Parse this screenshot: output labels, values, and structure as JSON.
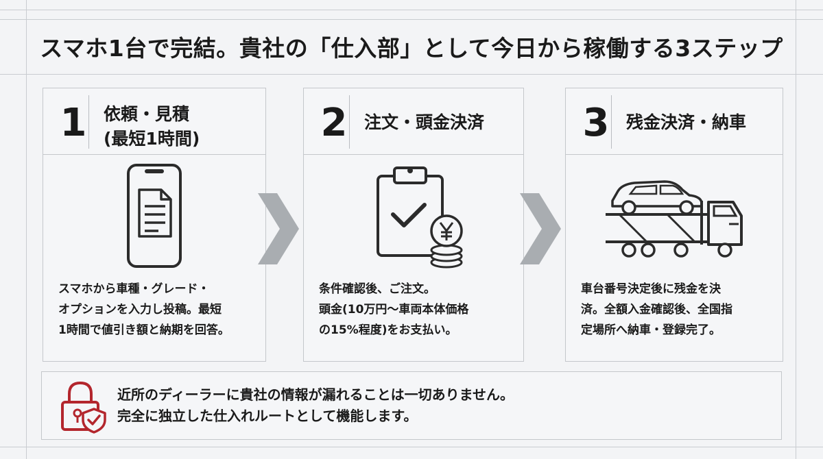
{
  "title": "スマホ1台で完結。貴社の「仕入部」として今日から稼働する3ステップ",
  "steps": [
    {
      "number": "1",
      "title": "依頼・見積",
      "subtitle": "(最短1時間)",
      "icon": "smartphone-document-icon",
      "description": [
        "スマホから車種・グレード・",
        "オプションを入力し投稿。最短",
        "1時間で値引き額と納期を回答。"
      ]
    },
    {
      "number": "2",
      "title": "注文・頭金決済",
      "subtitle": "",
      "icon": "clipboard-check-yen-icon",
      "description": [
        "条件確認後、ご注文。",
        "頭金(10万円〜車両本体価格",
        "の15%程度)をお支払い。"
      ]
    },
    {
      "number": "3",
      "title": "残金決済・納車",
      "subtitle": "",
      "icon": "car-carrier-truck-icon",
      "description": [
        "車台番号決定後に残金を決",
        "済。全額入金確認後、全国指",
        "定場所へ納車・登録完了。"
      ]
    }
  ],
  "notice": {
    "icon": "lock-shield-icon",
    "lines": [
      "近所のディーラーに貴社の情報が漏れることは一切ありません。",
      "完全に独立した仕入れルートとして機能します。"
    ]
  },
  "colors": {
    "accent_red": "#b3262d",
    "chevron_gray": "#a9adb1",
    "icon_dark": "#2b2b2b"
  }
}
